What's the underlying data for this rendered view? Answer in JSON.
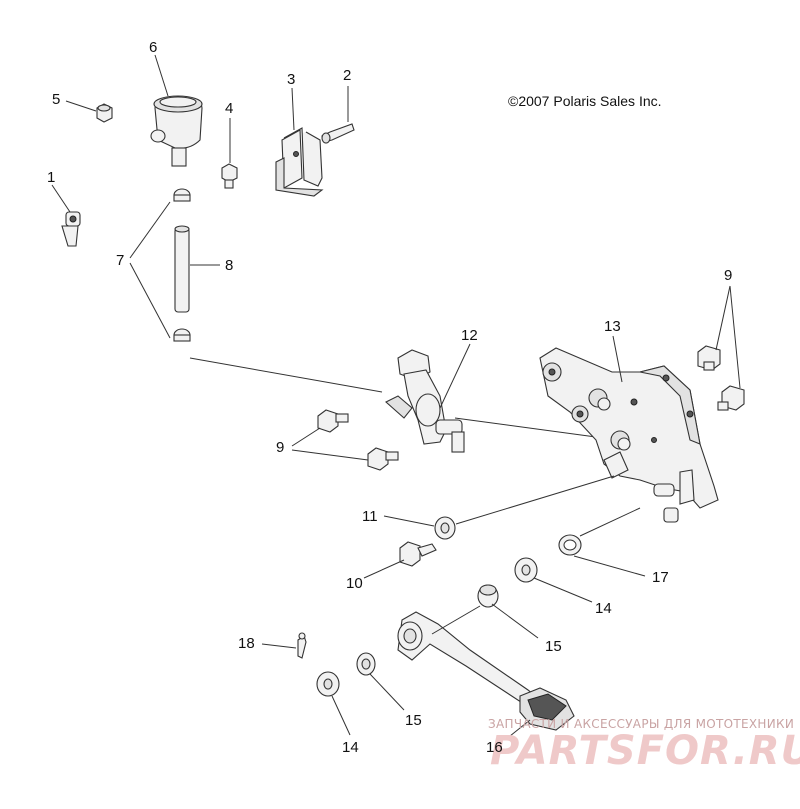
{
  "copyright": "©2007 Polaris Sales Inc.",
  "watermark": {
    "tagline": "ЗАПЧАСТИ И АКСЕССУАРЫ ДЛЯ МОТОТЕХНИКИ",
    "brand": "PARTSFOR.RU"
  },
  "callouts": {
    "c1": "1",
    "c2": "2",
    "c3": "3",
    "c4": "4",
    "c5": "5",
    "c6": "6",
    "c7": "7",
    "c8": "8",
    "c9a": "9",
    "c9b": "9",
    "c10": "10",
    "c11": "11",
    "c12": "12",
    "c13": "13",
    "c14a": "14",
    "c14b": "14",
    "c15a": "15",
    "c15b": "15",
    "c16": "16",
    "c17": "17",
    "c18": "18"
  },
  "colors": {
    "line": "#333333",
    "watermark": "#efc9c9"
  }
}
